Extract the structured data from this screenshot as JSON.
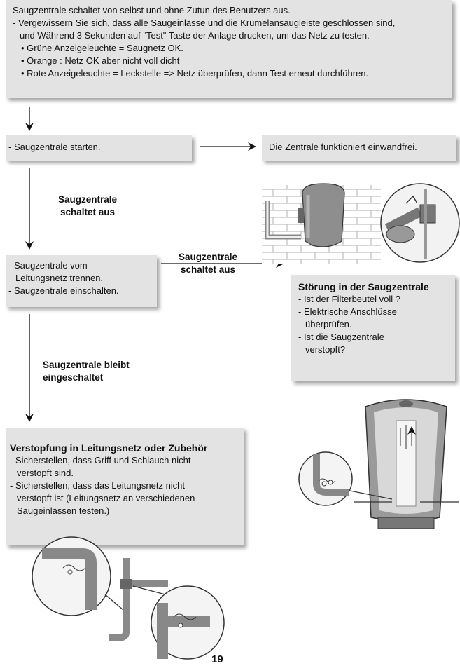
{
  "top_box": {
    "line1": "Saugzentrale schaltet von selbst und ohne Zutun des Benutzers aus.",
    "line2": "- Vergewissern Sie sich, dass alle Saugeinlässe und die Krümelansaugleiste geschlossen sind,",
    "line3": "und Während 3 Sekunden auf \"Test\" Taste der Anlage drucken, um das Netz zu testen.",
    "bullets": [
      "• Grüne Anzeigeleuchte = Saugnetz OK.",
      "• Orange : Netz OK aber nicht voll dicht",
      "• Rote Anzeigeleuchte = Leckstelle => Netz überprüfen, dann Test erneut durchführen."
    ]
  },
  "start_box": {
    "text": "- Saugzentrale starten."
  },
  "ok_box": {
    "text": "Die Zentrale funktioniert einwandfrei."
  },
  "label_off_1": {
    "line1": "Saugzentrale",
    "line2": "schaltet aus"
  },
  "disconnect_box": {
    "line1": "- Saugzentrale vom",
    "line2": "Leitungsnetz trennen.",
    "line3": "- Saugzentrale einschalten."
  },
  "label_off_2": {
    "line1": "Saugzentrale",
    "line2": "schaltet aus"
  },
  "fault_box": {
    "title": "Störung in der Saugzentrale",
    "items": [
      "- Ist der Filterbeutel voll ?",
      "- Elektrische Anschlüsse",
      "überprüfen.",
      "- Ist die Saugzentrale",
      "verstopft?"
    ]
  },
  "label_on": {
    "line1": "Saugzentrale bleibt",
    "line2": "eingeschaltet"
  },
  "blockage_box": {
    "title": "Verstopfung in Leitungsnetz oder Zubehör",
    "items": [
      "- Sicherstellen, dass Griff und Schlauch nicht",
      "verstopft sind.",
      "- Sicherstellen, dass das Leitungsnetz nicht",
      "verstopft ist (Leitungsnetz an verschiedenen",
      "Saugeinlässen testen.)"
    ]
  },
  "page_number": "19"
}
